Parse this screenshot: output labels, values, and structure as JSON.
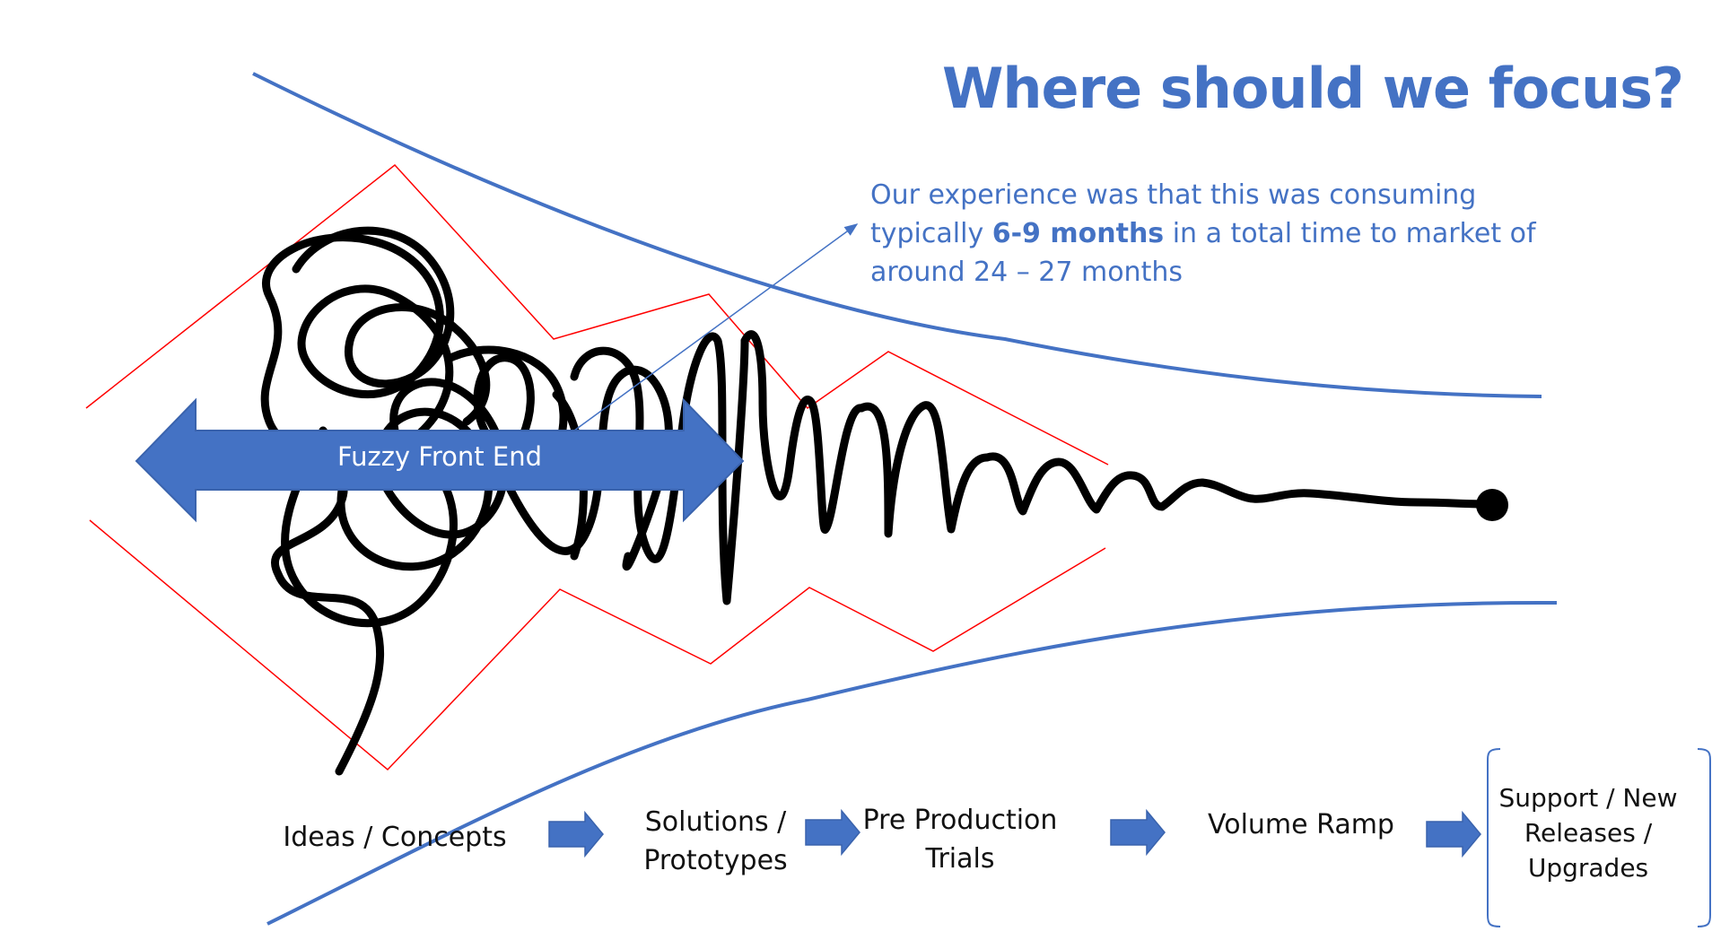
{
  "title": "Where should we focus?",
  "callout": {
    "before": "Our experience was that this was consuming typically ",
    "emphasis": "6-9 months",
    "after": " in a total time to market of around 24 – 27 months"
  },
  "fuzzy_front_end_label": "Fuzzy Front End",
  "stages": [
    {
      "lines": [
        "Ideas / Concepts"
      ]
    },
    {
      "lines": [
        "Solutions /",
        "Prototypes"
      ]
    },
    {
      "lines": [
        "Pre Production",
        "Trials"
      ]
    },
    {
      "lines": [
        "Volume Ramp"
      ]
    },
    {
      "lines": [
        "Support / New",
        "Releases /",
        "Upgrades"
      ]
    }
  ],
  "colors": {
    "accent_blue": "#4472c4",
    "funnel_line": "#4472c4",
    "zigzag": "#ff0000",
    "scribble": "#000000",
    "text": "#111111"
  }
}
